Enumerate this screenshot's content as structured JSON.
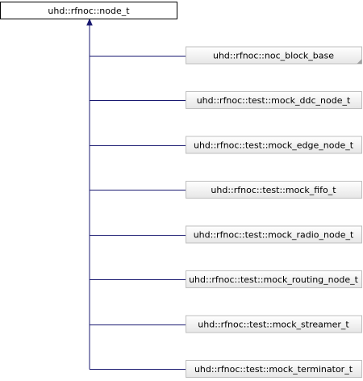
{
  "colors": {
    "edge": "#191970",
    "base_node_border": "#000000",
    "base_node_fill": "#ffffff",
    "derived_node_border": "#bfbfbf",
    "derived_node_fill_top": "#ffffff",
    "derived_node_fill_bottom": "#e0e0e0",
    "text": "#000000"
  },
  "base_class": {
    "label": "uhd::rfnoc::node_t"
  },
  "derived_classes": [
    {
      "label": "uhd::rfnoc::noc_block_base",
      "truncated": true
    },
    {
      "label": "uhd::rfnoc::test::mock_ddc_node_t",
      "truncated": false
    },
    {
      "label": "uhd::rfnoc::test::mock_edge_node_t",
      "truncated": false
    },
    {
      "label": "uhd::rfnoc::test::mock_fifo_t",
      "truncated": false
    },
    {
      "label": "uhd::rfnoc::test::mock_radio_node_t",
      "truncated": false
    },
    {
      "label": "uhd::rfnoc::test::mock_routing_node_t",
      "truncated": false
    },
    {
      "label": "uhd::rfnoc::test::mock_streamer_t",
      "truncated": false
    },
    {
      "label": "uhd::rfnoc::test::mock_terminator_t",
      "truncated": false
    }
  ]
}
